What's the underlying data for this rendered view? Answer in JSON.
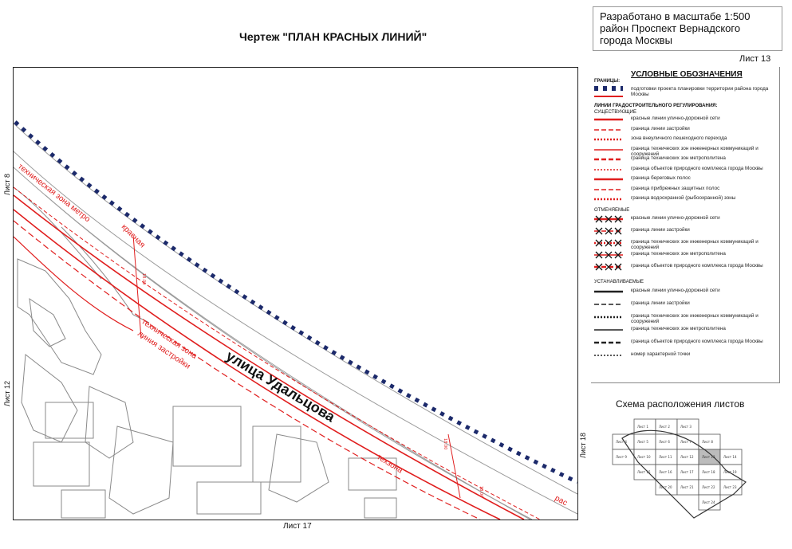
{
  "title": "Чертеж \"ПЛАН КРАСНЫХ ЛИНИЙ\"",
  "stamp": {
    "line1": "Разработано в масштабе 1:500",
    "line2": "район Проспект Вернадского",
    "line3": "города Москвы"
  },
  "sheet_label": "Лист 13",
  "neighbor_sheets": {
    "left_top": "Лист 8",
    "left_bottom": "Лист 12",
    "right": "Лист 18",
    "bottom": "Лист 17"
  },
  "map_labels": {
    "street": "улица Удальцова",
    "tech_zone_metro": "техническая зона метро",
    "tech_zone": "техническая зона",
    "building_line": "линия застройки",
    "red_line": "красная",
    "tech_short": "техзона",
    "red_short": "рас",
    "dim1": "18.00",
    "dim2": "18.00",
    "dim3": "18.00"
  },
  "legend": {
    "title": "УСЛОВНЫЕ ОБОЗНАЧЕНИЯ",
    "boundaries_head": "ГРАНИЦЫ:",
    "boundary_project": "подготовки проекта планировки территории района города Москвы",
    "regulation_head": "ЛИНИИ ГРАДОСТРОИТЕЛЬНОГО РЕГУЛИРОВАНИЯ:",
    "existing_head": "СУЩЕСТВУЮЩИЕ",
    "existing": [
      "красные линии улично-дорожной сети",
      "граница линии застройки",
      "зона внеуличного пешеходного перехода",
      "граница технических зон инженерных коммуникаций и сооружений",
      "граница технических зон метрополитена",
      "граница объектов природного комплекса города Москвы",
      "граница береговых полос",
      "граница прибрежных защитных полос",
      "граница водоохранной (рыбоохранной) зоны"
    ],
    "cancelled_head": "ОТМЕНЯЕМЫЕ",
    "cancelled": [
      "красные линии улично-дорожной сети",
      "граница линии застройки",
      "граница технических зон инженерных коммуникаций и сооружений",
      "граница технических зон метрополитена",
      "граница объектов природного комплекса города Москвы"
    ],
    "established_head": "УСТАНАВЛИВАЕМЫЕ",
    "established": [
      "красные линии улично-дорожной сети",
      "граница линии застройки",
      "граница технических зон инженерных коммуникаций и сооружений",
      "граница технических зон метрополитена",
      "граница объектов природного комплекса города Москвы",
      "номер характерной точки"
    ]
  },
  "scheme": {
    "title": "Схема расположения листов",
    "cells": [
      "Лист 1",
      "Лист 2",
      "Лист 3",
      "Лист 4",
      "Лист 5",
      "Лист 6",
      "Лист 7",
      "Лист 8",
      "Лист 9",
      "Лист 10",
      "Лист 11",
      "Лист 12",
      "Лист 13",
      "Лист 14",
      "Лист 15",
      "Лист 16",
      "Лист 17",
      "Лист 18",
      "Лист 19",
      "Лист 20",
      "Лист 21",
      "Лист 22",
      "Лист 23",
      "Лист 24"
    ]
  },
  "colors": {
    "red": "#e01e1e",
    "navy": "#1c2a6b",
    "gray": "#8a8a8a"
  }
}
